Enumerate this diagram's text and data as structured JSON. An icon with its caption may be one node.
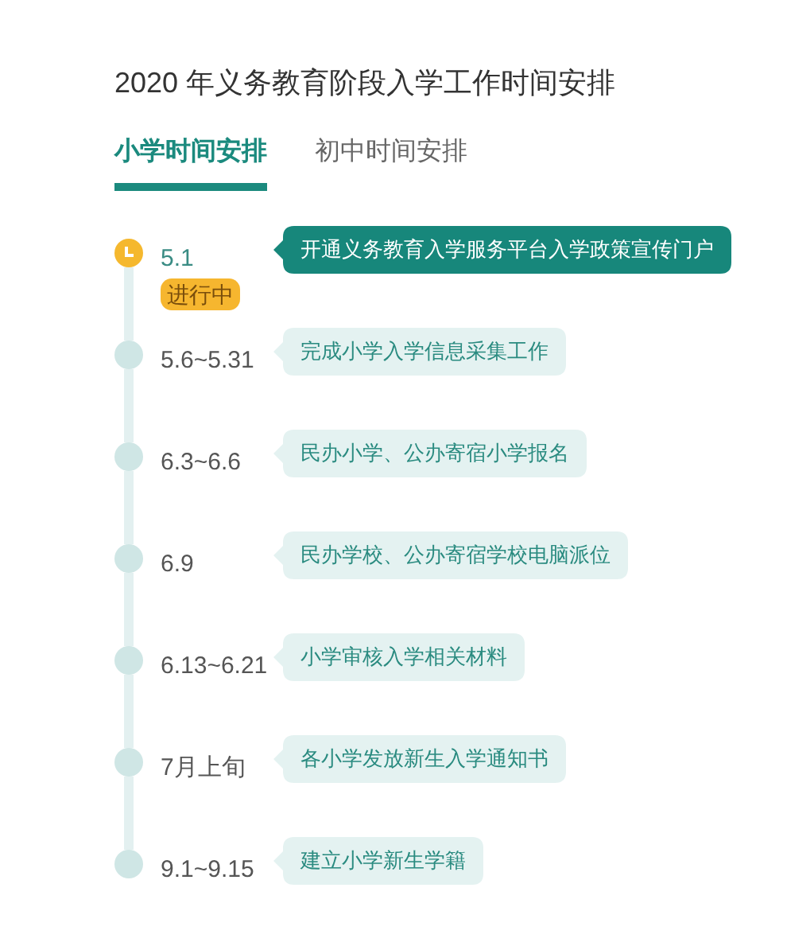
{
  "diagram": {
    "title": "2020 年义务教育阶段入学工作时间安排",
    "labels": [
      "小学时间安排",
      "初中时间安排"
    ],
    "nodes": [
      {
        "text": [
          "开通义务教育入学服务平台入学政策宣传门户"
        ],
        "beside": [
          "5.1",
          "进行中"
        ]
      },
      {
        "text": [
          "完成小学入学信息采集工作"
        ],
        "beside": [
          "5.6~5.31"
        ]
      },
      {
        "text": [
          "民办小学、公办寄宿小学报名"
        ],
        "beside": [
          "6.3~6.6"
        ]
      },
      {
        "text": [
          "民办学校、公办寄宿学校电脑派位"
        ],
        "beside": [
          "6.9"
        ]
      },
      {
        "text": [
          "小学审核入学相关材料"
        ],
        "beside": [
          "6.13~6.21"
        ]
      },
      {
        "text": [
          "各小学发放新生入学通知书"
        ],
        "beside": [
          "7月上旬"
        ]
      },
      {
        "text": [
          "建立小学新生学籍"
        ],
        "beside": [
          "9.1~9.15"
        ]
      }
    ]
  }
}
